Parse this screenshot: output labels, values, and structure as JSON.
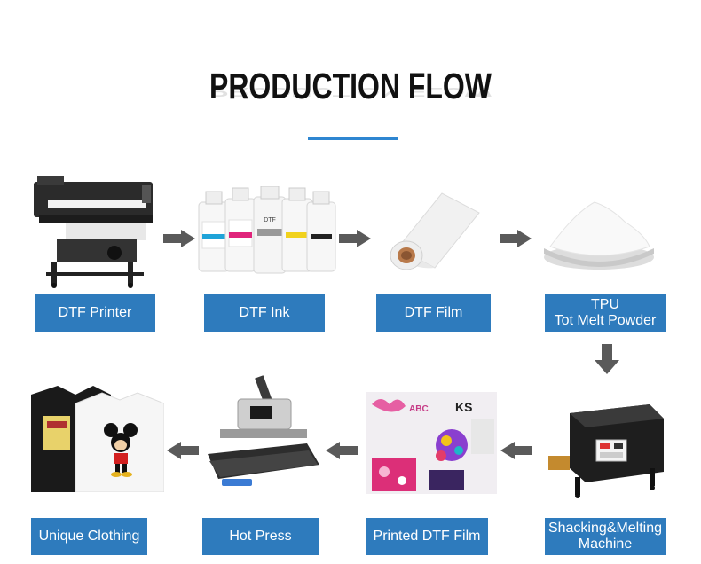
{
  "title": "PRODUCTION FLOW",
  "colors": {
    "label_bg": "#2e7bbd",
    "accent_line": "#2e86d1",
    "arrow": "#5a5a5a"
  },
  "steps": [
    {
      "id": "dtf-printer",
      "label": "DTF Printer",
      "image": "printer"
    },
    {
      "id": "dtf-ink",
      "label": "DTF Ink",
      "image": "ink-bottles"
    },
    {
      "id": "dtf-film",
      "label": "DTF Film",
      "image": "film-roll"
    },
    {
      "id": "tpu-powder",
      "label_line1": "TPU",
      "label_line2": "Tot Melt Powder",
      "image": "powder-bowl"
    },
    {
      "id": "shaking-machine",
      "label_line1": "Shacking&Melting",
      "label_line2": "Machine",
      "image": "shaker-machine"
    },
    {
      "id": "printed-film",
      "label": "Printed DTF Film",
      "image": "printed-film"
    },
    {
      "id": "hot-press",
      "label": "Hot Press",
      "image": "heat-press"
    },
    {
      "id": "unique-clothing",
      "label": "Unique Clothing",
      "image": "t-shirts"
    }
  ]
}
